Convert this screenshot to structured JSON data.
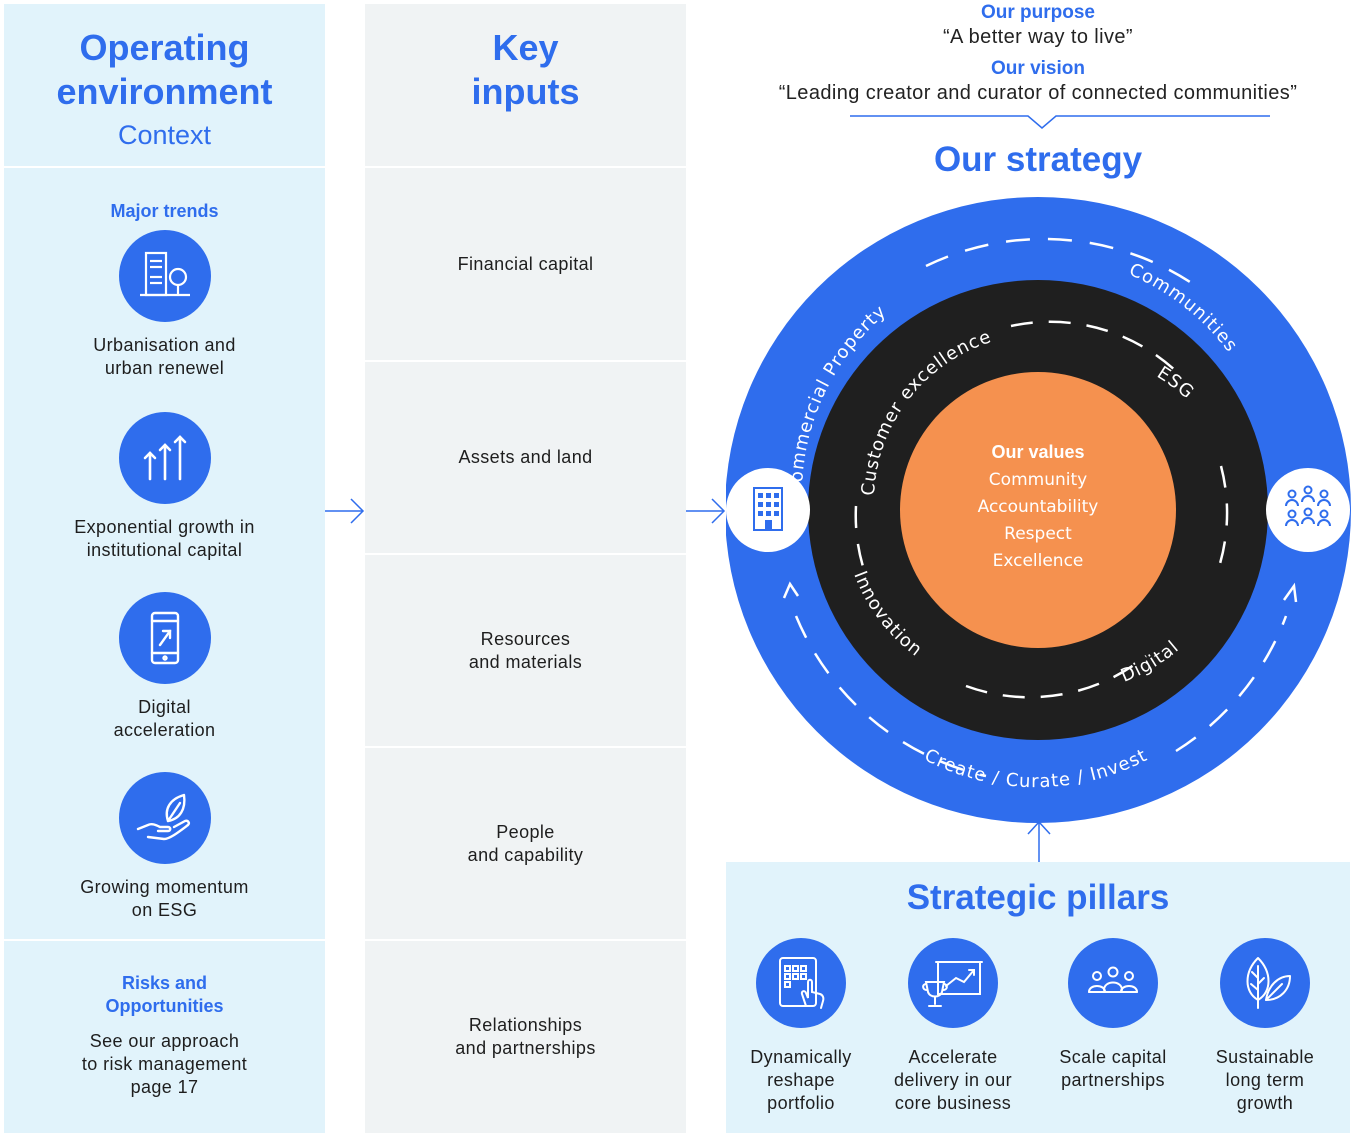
{
  "environment": {
    "title_line1": "Operating",
    "title_line2": "environment",
    "subtitle": "Context",
    "trends_heading": "Major trends",
    "trends": [
      {
        "label": "Urbanisation and\nurban renewel",
        "icon": "city-tree-icon"
      },
      {
        "label": "Exponential growth in\ninstitutional capital",
        "icon": "growth-arrows-icon"
      },
      {
        "label": "Digital\nacceleration",
        "icon": "smartphone-icon"
      },
      {
        "label": "Growing momentum\non ESG",
        "icon": "hand-leaf-icon"
      }
    ],
    "risks_heading": "Risks and\nOpportunities",
    "risks_text": "See our approach\nto risk management\npage 17"
  },
  "inputs": {
    "title_line1": "Key",
    "title_line2": "inputs",
    "items": [
      "Financial capital",
      "Assets and land",
      "Resources\nand materials",
      "People\nand capability",
      "Relationships\nand partnerships"
    ]
  },
  "purpose": {
    "heading": "Our purpose",
    "text": "“A better way to live”"
  },
  "vision": {
    "heading": "Our vision",
    "text": "“Leading creator and curator of connected communities”"
  },
  "strategy": {
    "title": "Our strategy",
    "outer_ring": {
      "left_label": "Commercial Property",
      "right_label": "Communities",
      "bottom_label": "Create  / Curate / Invest"
    },
    "middle_ring": {
      "top_label": "Customer excellence",
      "right_label": "ESG",
      "left_label": "Innovation",
      "bottom_right_label": "Digital"
    },
    "values": {
      "heading": "Our values",
      "items": [
        "Community",
        "Accountability",
        "Respect",
        "Excellence"
      ]
    },
    "left_node_icon": "building-icon",
    "right_node_icon": "people-group-icon"
  },
  "pillars": {
    "title": "Strategic pillars",
    "items": [
      {
        "label": "Dynamically\nreshape\nportfolio",
        "icon": "tablet-touch-icon"
      },
      {
        "label": "Accelerate\ndelivery in our\ncore business",
        "icon": "trophy-chart-icon"
      },
      {
        "label": "Scale capital\npartnerships",
        "icon": "team-icon"
      },
      {
        "label": "Sustainable\nlong term\ngrowth",
        "icon": "leaves-icon"
      }
    ]
  },
  "colors": {
    "accent_blue": "#2f6ded",
    "dark_ring": "#1f1f1f",
    "values_orange": "#f5914f",
    "light_blue_panel": "#e1f3fb",
    "light_grey_panel": "#f0f3f4"
  }
}
